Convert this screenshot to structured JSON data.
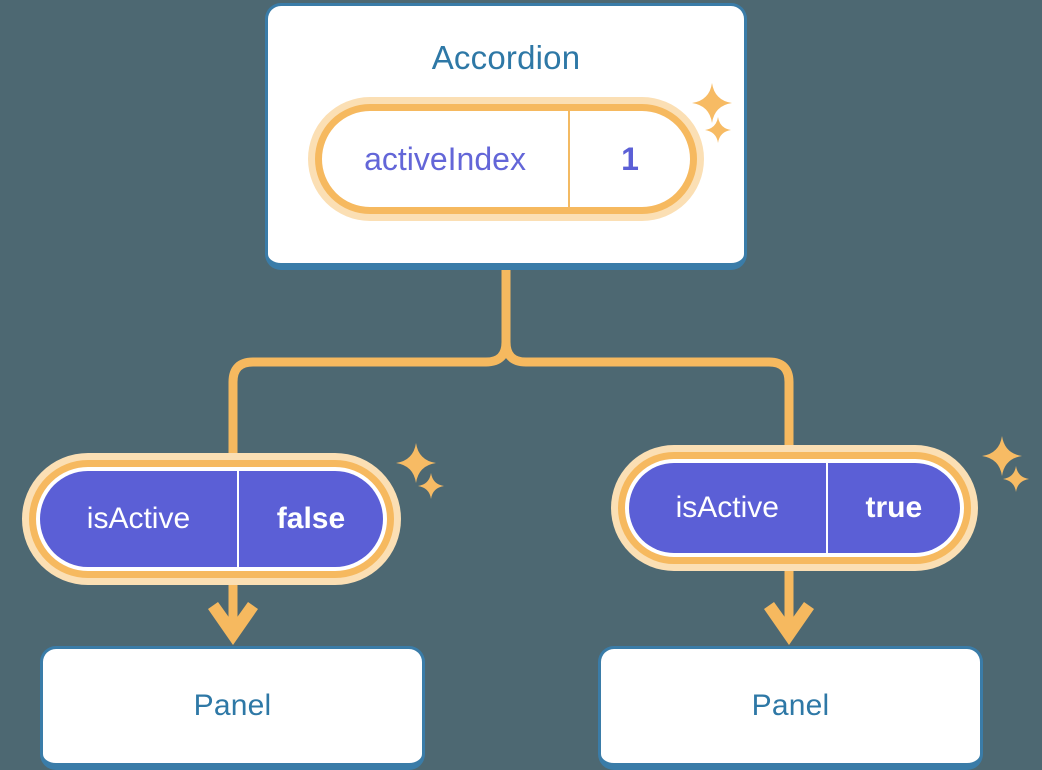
{
  "diagram": {
    "background_color": "#4d6872",
    "accent_orange": "#f6b95f",
    "accent_orange_soft": "#fbdfb4",
    "accent_blue": "#3a7ca8",
    "accent_indigo": "#5b5fd6",
    "title_color": "#2e78a6"
  },
  "root": {
    "title": "Accordion",
    "state_badge": {
      "key": "activeIndex",
      "value": "1"
    }
  },
  "children": [
    {
      "id": "left",
      "state_badge": {
        "key": "isActive",
        "value": "false"
      },
      "panel_title": "Panel"
    },
    {
      "id": "right",
      "state_badge": {
        "key": "isActive",
        "value": "true"
      },
      "panel_title": "Panel"
    }
  ],
  "icons": {
    "sparkle": "sparkle-icon",
    "arrow_down": "arrow-down-icon"
  }
}
